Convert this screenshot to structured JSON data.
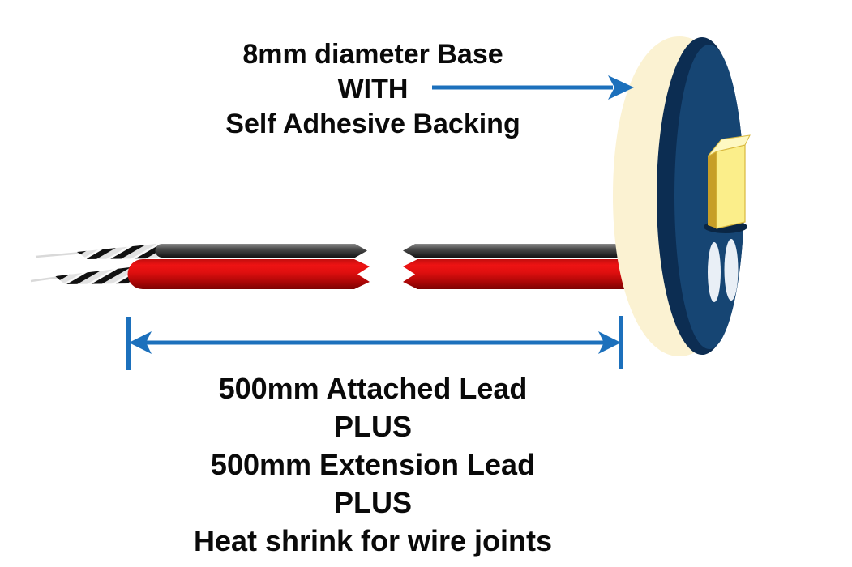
{
  "annotations": {
    "base_note": {
      "lines": [
        "8mm diameter Base",
        "WITH",
        "Self Adhesive Backing"
      ]
    },
    "lead_note": {
      "lines": [
        "500mm Attached Lead",
        "PLUS",
        "500mm Extension Lead",
        "PLUS",
        "Heat shrink for wire joints"
      ]
    }
  },
  "colors": {
    "arrow_blue": "#1C70BC",
    "text_black": "#0A0A0A",
    "disc_face_cream": "#FBF2D2",
    "disc_side_dark_navy": "#0C2D52",
    "disc_side_navy": "#164573",
    "connector_shadow_navy": "#0A2644",
    "connector_front_yellow": "#FBEE8A",
    "connector_side_gold": "#C79E27",
    "connector_top_yellow": "#FEF8C2",
    "connector_outline": "#D8B83E",
    "wire_hole_white": "#E9EFF6",
    "wire_red": "#E31010",
    "wire_black": "#3D3D3D",
    "bare_wire_silver": "#DCDCDC"
  }
}
